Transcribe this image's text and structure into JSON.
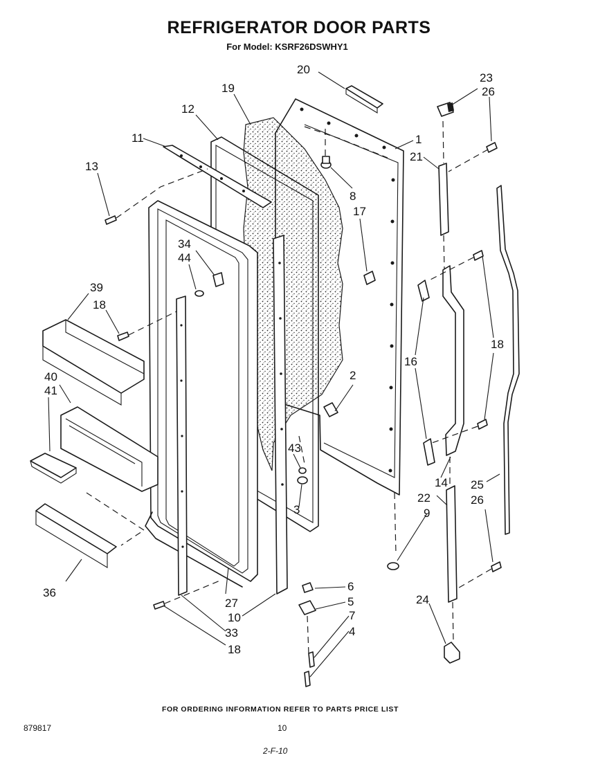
{
  "header": {
    "title": "REFRIGERATOR DOOR PARTS",
    "subtitle": "For Model: KSRF26DSWHY1"
  },
  "callouts": [
    {
      "id": "c20",
      "text": "20"
    },
    {
      "id": "c23",
      "text": "23"
    },
    {
      "id": "c26a",
      "text": "26"
    },
    {
      "id": "c19",
      "text": "19"
    },
    {
      "id": "c12",
      "text": "12"
    },
    {
      "id": "c11",
      "text": "11"
    },
    {
      "id": "c1",
      "text": "1"
    },
    {
      "id": "c21",
      "text": "21"
    },
    {
      "id": "c13",
      "text": "13"
    },
    {
      "id": "c8",
      "text": "8"
    },
    {
      "id": "c17",
      "text": "17"
    },
    {
      "id": "c34",
      "text": "34"
    },
    {
      "id": "c44",
      "text": "44"
    },
    {
      "id": "c39",
      "text": "39"
    },
    {
      "id": "c18a",
      "text": "18"
    },
    {
      "id": "c18b",
      "text": "18"
    },
    {
      "id": "c16",
      "text": "16"
    },
    {
      "id": "c2",
      "text": "2"
    },
    {
      "id": "c40",
      "text": "40"
    },
    {
      "id": "c41",
      "text": "41"
    },
    {
      "id": "c43",
      "text": "43"
    },
    {
      "id": "c14",
      "text": "14"
    },
    {
      "id": "c25",
      "text": "25"
    },
    {
      "id": "c22",
      "text": "22"
    },
    {
      "id": "c26b",
      "text": "26"
    },
    {
      "id": "c3",
      "text": "3"
    },
    {
      "id": "c9",
      "text": "9"
    },
    {
      "id": "c36",
      "text": "36"
    },
    {
      "id": "c6",
      "text": "6"
    },
    {
      "id": "c5",
      "text": "5"
    },
    {
      "id": "c27",
      "text": "27"
    },
    {
      "id": "c24",
      "text": "24"
    },
    {
      "id": "c10",
      "text": "10"
    },
    {
      "id": "c7",
      "text": "7"
    },
    {
      "id": "c4",
      "text": "4"
    },
    {
      "id": "c33",
      "text": "33"
    },
    {
      "id": "c18c",
      "text": "18"
    }
  ],
  "footer": {
    "ordering_note": "FOR ORDERING INFORMATION REFER TO PARTS PRICE LIST",
    "document_number": "879817",
    "page_number": "10",
    "handwritten_note": "2-F-10"
  }
}
